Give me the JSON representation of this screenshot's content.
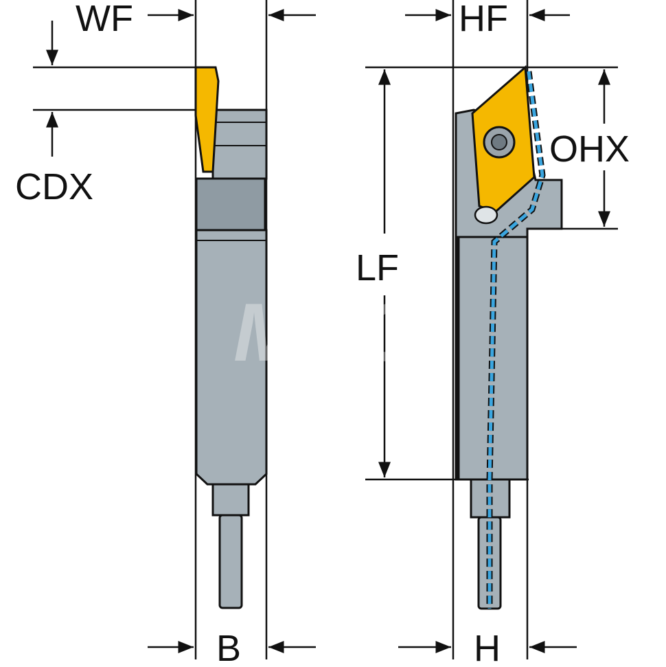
{
  "labels": {
    "wf": "WF",
    "cdx": "CDX",
    "b": "B",
    "hf": "HF",
    "lf": "LF",
    "ohx": "OHX",
    "h": "H"
  },
  "watermark": "MSC",
  "colors": {
    "body": "#a6b1b8",
    "body_shadow": "#8f9ba3",
    "insert": "#f5b800",
    "coolant_channel": "#3aa6e0",
    "line": "#111111"
  }
}
